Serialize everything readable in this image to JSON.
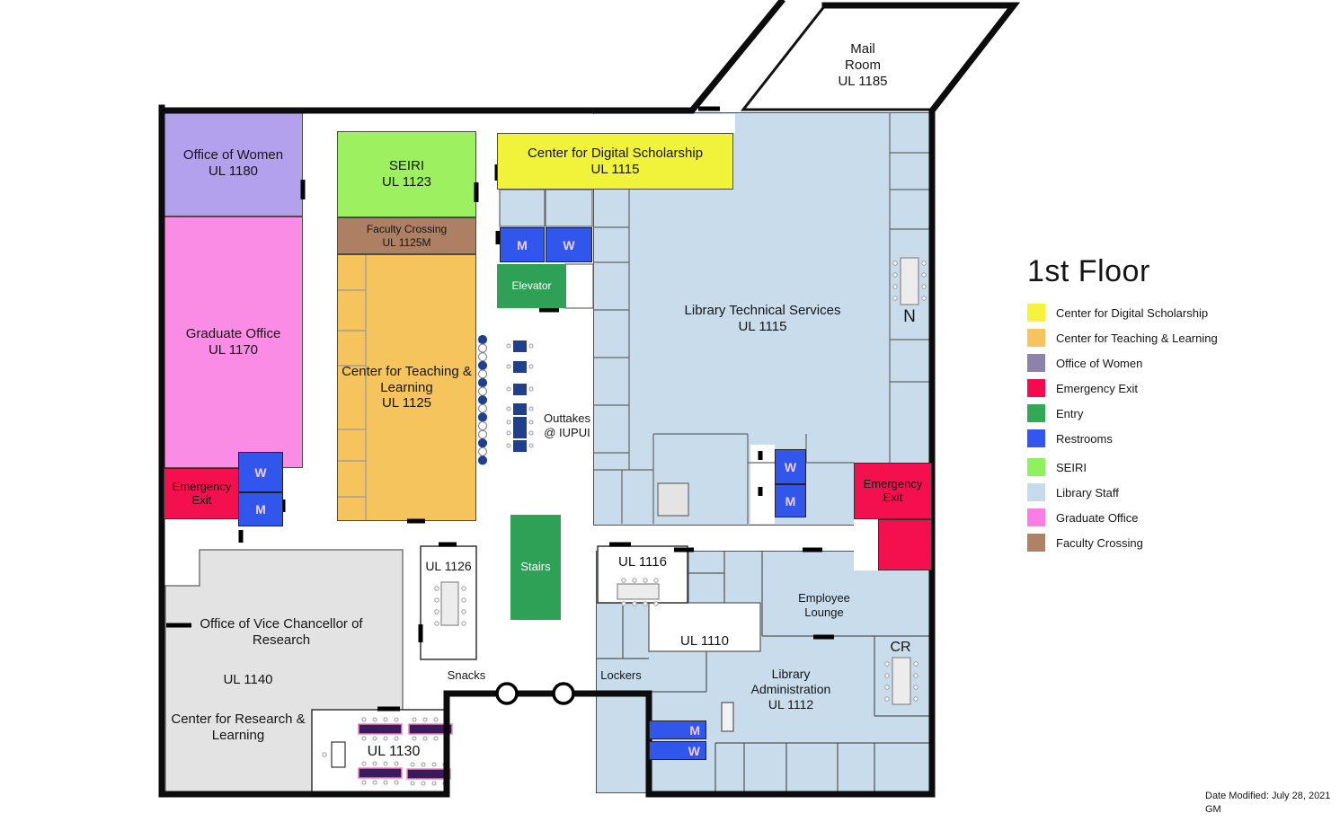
{
  "legend": {
    "title": "1st Floor",
    "items": [
      {
        "label": "Center for Digital Scholarship",
        "color": "#f4f43c"
      },
      {
        "label": "Center for Teaching & Learning",
        "color": "#f7c35e"
      },
      {
        "label": "Office of Women",
        "color": "#8d82aa"
      },
      {
        "label": "Emergency Exit",
        "color": "#f5094f"
      },
      {
        "label": "Entry",
        "color": "#33a855"
      },
      {
        "label": "Restrooms",
        "color": "#3356f2"
      },
      {
        "label": "SEIRI",
        "color": "#8ef25e"
      },
      {
        "label": "Library Staff",
        "color": "#c6dcec"
      },
      {
        "label": "Graduate Office",
        "color": "#fc7ce8"
      },
      {
        "label": "Faculty Crossing",
        "color": "#ad8266"
      }
    ]
  },
  "colors": {
    "office_of_women": "#b4a1ee",
    "graduate_office": "#fb8ce5",
    "seiri": "#9df160",
    "faculty_crossing": "#ad8064",
    "teaching_learning": "#f6c45c",
    "digital_scholarship": "#f1f23a",
    "library_staff": "#c8dcec",
    "restroom_blue": "#3156ec",
    "entry_green": "#2ea157",
    "emergency_red": "#f4104e"
  },
  "rooms": {
    "mail_room": {
      "label": "Mail Room",
      "room": "UL 1185"
    },
    "office_of_women": {
      "label": "Office of Women",
      "room": "UL 1180"
    },
    "graduate_office": {
      "label": "Graduate Office",
      "room": "UL 1170"
    },
    "seiri": {
      "label": "SEIRI",
      "room": "UL 1123"
    },
    "faculty_crossing": {
      "label": "Faculty Crossing",
      "room": "UL 1125M"
    },
    "teaching_learning": {
      "label": "Center for Teaching & Learning",
      "room": "UL 1125"
    },
    "digital_scholarship": {
      "label": "Center for Digital Scholarship",
      "room": "UL 1115"
    },
    "library_technical_services": {
      "label": "Library Technical Services",
      "room": "UL 1115"
    },
    "library_administration": {
      "label": "Library Administration",
      "room": "UL 1112"
    },
    "office_vice_chancellor": {
      "label": "Office of Vice Chancellor of Research",
      "room": "UL 1140"
    },
    "research_learning": {
      "label": "Center for Research & Learning"
    },
    "employee_lounge": {
      "label": "Employee Lounge"
    },
    "ul1126": {
      "label": "UL 1126"
    },
    "ul1116": {
      "label": "UL 1116"
    },
    "ul1110": {
      "label": "UL 1110"
    },
    "ul1130": {
      "label": "UL 1130"
    },
    "elevator": {
      "label": "Elevator"
    },
    "stairs": {
      "label": "Stairs"
    },
    "emergency_exit": {
      "label": "Emergency Exit"
    },
    "conference_room": {
      "label": "CR"
    },
    "north_room": {
      "label": "N"
    },
    "outtakes": {
      "line1": "Outtakes",
      "line2": "@ IUPUI"
    },
    "snacks": {
      "label": "Snacks"
    },
    "lockers": {
      "label": "Lockers"
    },
    "restrooms": {
      "m": "M",
      "w": "W"
    }
  },
  "footer": {
    "date_modified": "Date Modified: July 28, 2021",
    "initials": "GM"
  }
}
